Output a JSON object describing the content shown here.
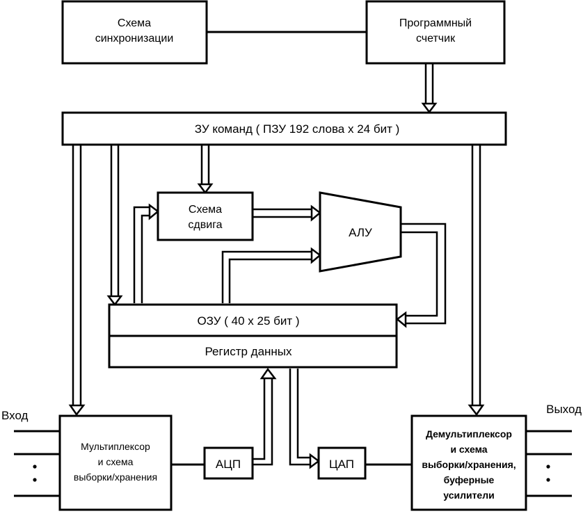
{
  "blocks": {
    "sync": [
      "Схема",
      "синхронизации"
    ],
    "pc": [
      "Программный",
      "счетчик"
    ],
    "rom": "ЗУ  команд  ( ПЗУ 192 слова х 24 бит )",
    "shift": [
      "Схема",
      "сдвига"
    ],
    "alu": "АЛУ",
    "ram": "ОЗУ  ( 40 х 25 бит )",
    "datareg": "Регистр данных",
    "mux": [
      "Мультиплексор",
      "и схема",
      "выборки/хранения"
    ],
    "adc": "АЦП",
    "dac": "ЦАП",
    "demux": [
      "Демультиплексор",
      "и схема",
      "выборки/хранения,",
      "буферные",
      "усилители"
    ]
  },
  "io": {
    "input": "Вход",
    "output": "Выход"
  },
  "colors": {
    "line": "#000000",
    "background": "#ffffff"
  }
}
